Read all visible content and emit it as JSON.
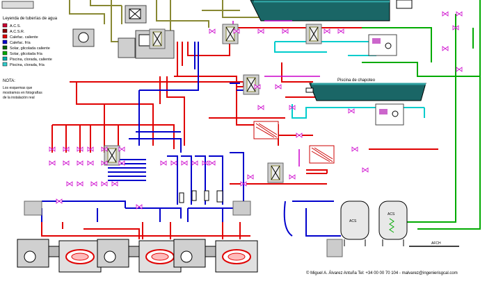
{
  "legend": {
    "title": "Leyenda de tuberías de agua",
    "items": [
      {
        "label": "A.C.S.",
        "color": "#cc0033"
      },
      {
        "label": "A.C.S.R.",
        "color": "#880000"
      },
      {
        "label": "Calefac. caliente",
        "color": "#e00000"
      },
      {
        "label": "Calefac. fría",
        "color": "#0000cc"
      },
      {
        "label": "Solar, glicolada caliente",
        "color": "#006600"
      },
      {
        "label": "Solar, glicolada fría",
        "color": "#00aa00"
      },
      {
        "label": "Piscina, clorada, caliente",
        "color": "#00aaaa"
      },
      {
        "label": "Piscina, clorada, fría",
        "color": "#33cccc"
      }
    ]
  },
  "note": {
    "title": "NOTA:",
    "lines": [
      "Los esquemas que",
      "mostramos en fotografías",
      "de la instalación real"
    ]
  },
  "pool2_label": "Piscina de chapoteo",
  "tank_labels": {
    "acs1": "ACS",
    "acs2": "ACS"
  },
  "afch_label": "AFCH",
  "footer": "© Miguel A. Álvarez Antuña  Tel: +34 00 00 70 104  -  malvarez@ingenierisgcal.com",
  "colors": {
    "red": "#e00000",
    "blue": "#0000cc",
    "green": "#00aa00",
    "cyan": "#00cccc",
    "olive": "#888833",
    "magenta": "#cc00cc",
    "pool": "#1a6666",
    "pool_top": "#2fa0a0"
  }
}
